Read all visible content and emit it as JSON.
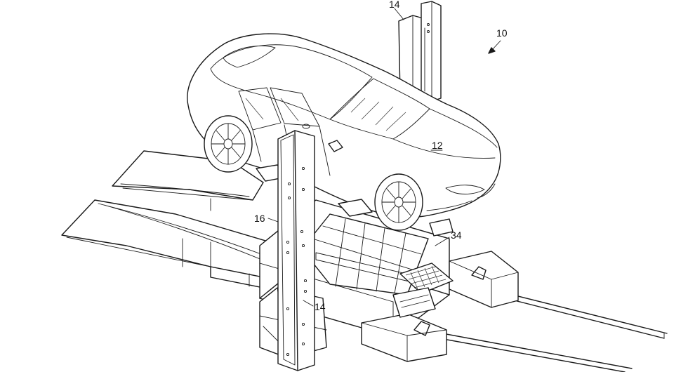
{
  "labels": {
    "ref_10": "10",
    "ref_12": "12",
    "ref_14_top": "14",
    "ref_14_bottom": "14",
    "ref_16": "16",
    "ref_34": "34"
  }
}
